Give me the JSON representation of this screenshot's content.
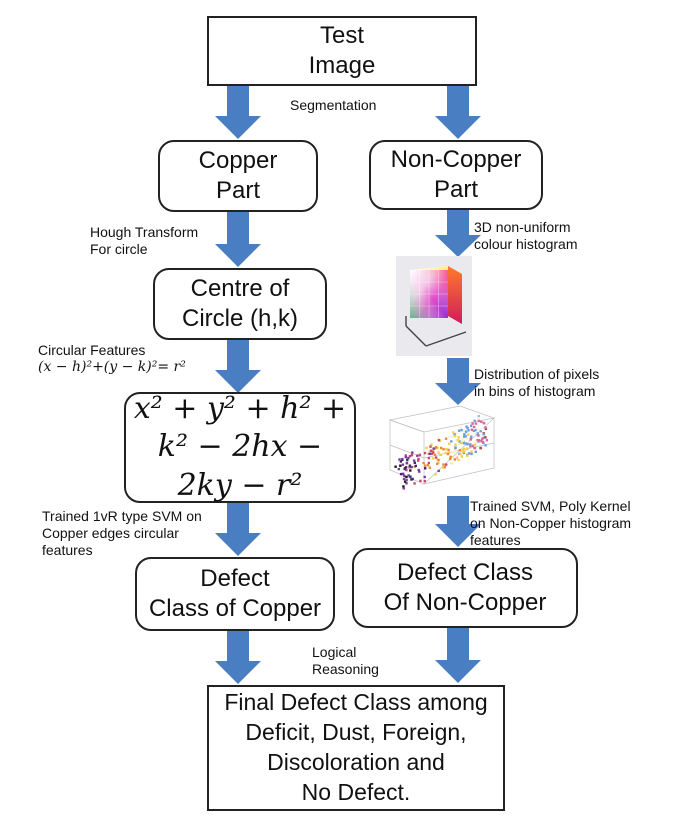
{
  "boxes": {
    "test_image": [
      "Test",
      "Image"
    ],
    "copper_part": [
      "Copper",
      "Part"
    ],
    "non_copper_part": [
      "Non-Copper",
      "Part"
    ],
    "centre_of_circle": [
      "Centre of",
      "Circle (h,k)"
    ],
    "expanded_equation": [
      "x² + y² + h² +",
      "k² − 2hx −",
      "2ky − r²"
    ],
    "defect_class_copper": [
      "Defect",
      "Class of Copper"
    ],
    "defect_class_non_copper": [
      "Defect Class",
      "Of Non-Copper"
    ],
    "final_defect_class": [
      "Final Defect Class among",
      "Deficit, Dust, Foreign,",
      "Discoloration and",
      "No Defect."
    ]
  },
  "labels": {
    "segmentation": "Segmentation",
    "hough_transform": [
      "Hough Transform",
      "For circle"
    ],
    "circular_features_title": "Circular Features",
    "circular_features_equation": "(x − h)²+(y − k)²= r²",
    "histogram_3d": [
      "3D non-uniform",
      "colour histogram"
    ],
    "distribution": [
      "Distribution of pixels",
      "in bins of histogram"
    ],
    "svm_copper": [
      "Trained 1vR type SVM on",
      "Copper edges circular",
      "features"
    ],
    "svm_non_copper": [
      "Trained SVM, Poly Kernel",
      "on Non-Copper histogram",
      "features"
    ],
    "logical_reasoning": [
      "Logical",
      "Reasoning"
    ]
  },
  "colors": {
    "arrow": "#4a7ec2",
    "border": "#222222",
    "text": "#111111"
  },
  "icons": {
    "color_cube": "rgb-color-cube-image",
    "scatter_plot": "3d-pixel-distribution-scatter-image"
  }
}
